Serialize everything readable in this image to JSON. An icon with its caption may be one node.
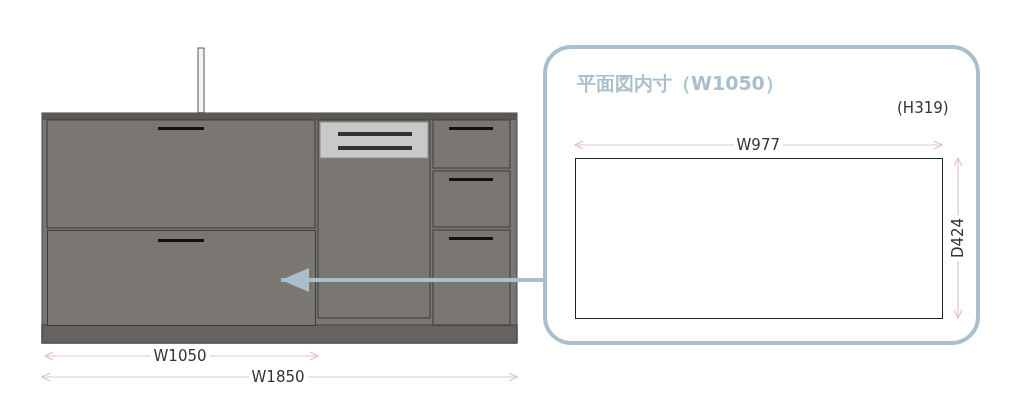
{
  "diagram": {
    "nodes": [
      {
        "text": [
          "平面図内寸（W1050）"
        ]
      },
      {
        "text": [],
        "shape": "box",
        "in": 0
      },
      {
        "text": [],
        "shape": "box"
      }
    ],
    "edges": [
      {
        "from": 0,
        "to": 2,
        "arrow": "to",
        "color": "#a9bfcc"
      }
    ],
    "labels": [
      "(H319)",
      "W977",
      "D424",
      "W1050",
      "W1850"
    ]
  }
}
